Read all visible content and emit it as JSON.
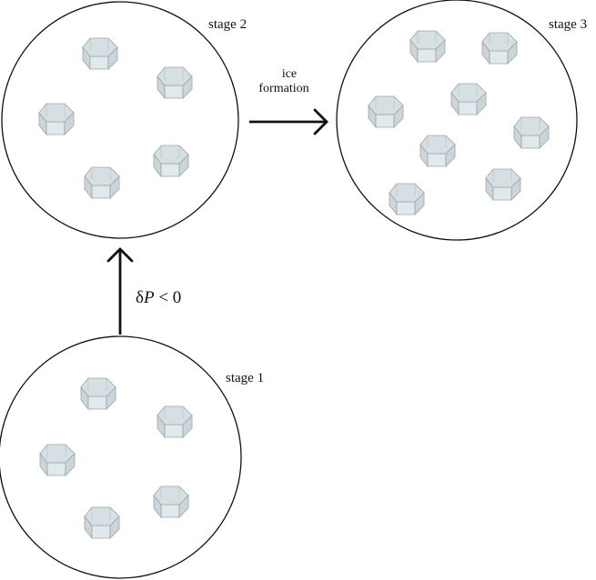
{
  "figure": {
    "stages": [
      {
        "id": "stage-1",
        "label": "stage 1",
        "crystal_count": 5
      },
      {
        "id": "stage-2",
        "label": "stage 2",
        "crystal_count": 5
      },
      {
        "id": "stage-3",
        "label": "stage 3",
        "crystal_count": 8
      }
    ],
    "transitions": [
      {
        "from": "stage 1",
        "to": "stage 2",
        "direction": "up",
        "label": "δP < 0"
      },
      {
        "from": "stage 2",
        "to": "stage 3",
        "direction": "right",
        "label_line1": "ice",
        "label_line2": "formation"
      }
    ],
    "condition": {
      "symbol": "δ",
      "variable": "P",
      "relation": " < 0"
    },
    "colors": {
      "outline": "#111111",
      "crystal_top": "#d6dfe2",
      "crystal_side": "#e2e9eb",
      "crystal_edge": "#9aa6ab"
    },
    "crystal_shape": "hexagonal-prism-icon"
  }
}
